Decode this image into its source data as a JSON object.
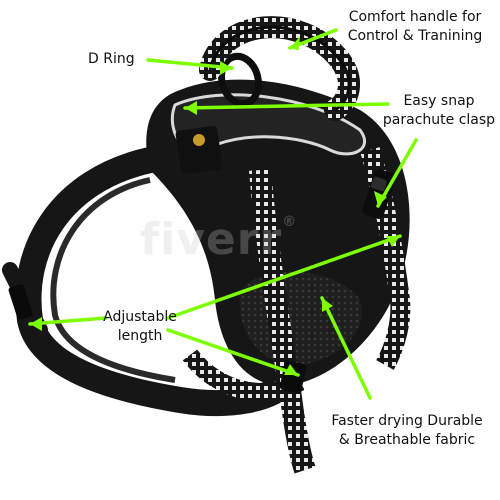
{
  "annotations": {
    "comfort_handle": {
      "line1": "Comfort handle for",
      "line2": "Control & Tranining"
    },
    "d_ring": {
      "text": "D Ring"
    },
    "easy_snap": {
      "line1": "Easy snap",
      "line2": "parachute clasp"
    },
    "adjustable": {
      "line1": "Adjustable",
      "line2": "length"
    },
    "fabric": {
      "line1": "Faster drying Durable",
      "line2": "& Breathable fabric"
    }
  },
  "watermark": {
    "text": "fiverr",
    "mark": "®"
  },
  "colors": {
    "arrow": "#7dff00",
    "harness": "#161616",
    "reflective": "#e8e8e8",
    "mesh": "#2a2a2a",
    "background": "#ffffff"
  }
}
